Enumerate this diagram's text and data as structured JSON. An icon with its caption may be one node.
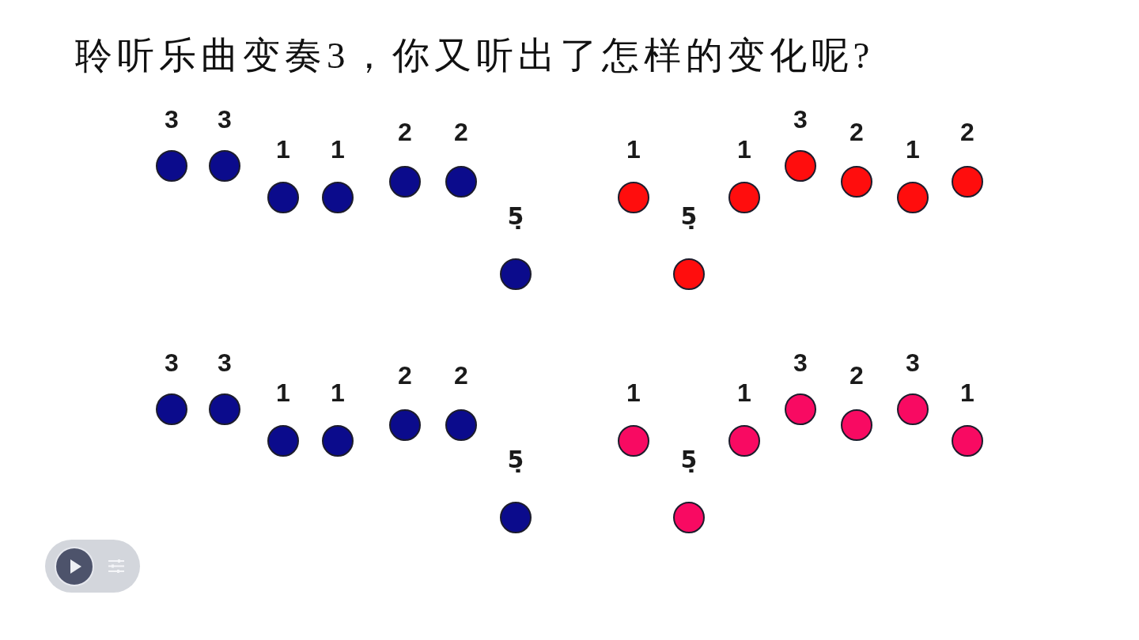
{
  "diagram": {
    "title": "聆听乐曲变奏3，你又听出了怎样的变化呢?",
    "nodes": [
      {
        "text": [
          "3"
        ]
      },
      {
        "text": [
          "3"
        ]
      },
      {
        "text": [
          "1"
        ]
      },
      {
        "text": [
          "1"
        ]
      },
      {
        "text": [
          "2"
        ]
      },
      {
        "text": [
          "2"
        ]
      },
      {
        "text": [
          "5̣"
        ]
      },
      {
        "text": [
          "1"
        ]
      },
      {
        "text": [
          "5̣"
        ]
      },
      {
        "text": [
          "1"
        ]
      },
      {
        "text": [
          "3"
        ]
      },
      {
        "text": [
          "2"
        ]
      },
      {
        "text": [
          "1"
        ]
      },
      {
        "text": [
          "2"
        ]
      },
      {
        "text": [
          "3"
        ]
      },
      {
        "text": [
          "3"
        ]
      },
      {
        "text": [
          "1"
        ]
      },
      {
        "text": [
          "1"
        ]
      },
      {
        "text": [
          "2"
        ]
      },
      {
        "text": [
          "2"
        ]
      },
      {
        "text": [
          "5̣"
        ]
      },
      {
        "text": [
          "1"
        ]
      },
      {
        "text": [
          "5̣"
        ]
      },
      {
        "text": [
          "1"
        ]
      },
      {
        "text": [
          "3"
        ]
      },
      {
        "text": [
          "2"
        ]
      },
      {
        "text": [
          "3"
        ]
      },
      {
        "text": [
          "1"
        ]
      }
    ]
  }
}
